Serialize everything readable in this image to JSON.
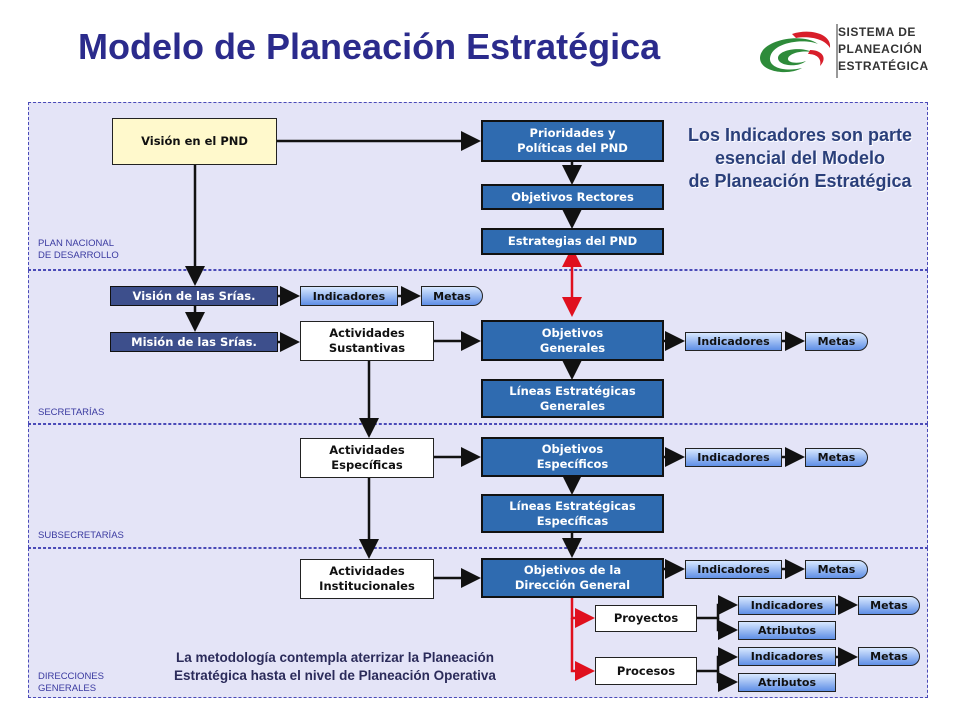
{
  "title": "Modelo de Planeación Estratégica",
  "logo": {
    "line1": "Sistema de",
    "line2": "Planeación",
    "line3": "Estratégica"
  },
  "bands": {
    "pnd": "PLAN NACIONAL\nDE DESARROLLO",
    "secretarias": "SECRETARÍAS",
    "subsecretarias": "SUBSECRETARÍAS",
    "direcciones": "DIRECCIONES\nGENERALES"
  },
  "nodes": {
    "vision_pnd": "Visión en el PND",
    "prioridades": "Prioridades y\nPolíticas del PND",
    "objetivos_rectores": "Objetivos Rectores",
    "estrategias_pnd": "Estrategias del PND",
    "vision_srias": "Visión de las Srías.",
    "mision_srias": "Misión de las Srías.",
    "act_sustantivas": "Actividades\nSustantivas",
    "obj_generales": "Objetivos\nGenerales",
    "lineas_generales": "Líneas Estratégicas\nGenerales",
    "act_especificas": "Actividades\nEspecíficas",
    "obj_especificos": "Objetivos\nEspecíficos",
    "lineas_especificas": "Líneas Estratégicas\nEspecíficas",
    "act_institucionales": "Actividades\nInstitucionales",
    "obj_direccion": "Objetivos de la\nDirección General",
    "proyectos": "Proyectos",
    "procesos": "Procesos"
  },
  "labels": {
    "indicadores": "Indicadores",
    "metas": "Metas",
    "atributos": "Atributos"
  },
  "notes": {
    "indicadores_esencial": "Los Indicadores son parte esencial del Modelo\nde Planeación Estratégica",
    "metodologia": "La metodología contempla aterrizar la Planeación\nEstratégica hasta el nivel de Planeación Operativa"
  },
  "colors": {
    "title": "#2b2b8c",
    "band": "#e4e4f7",
    "box_blue": "#2f6bb0",
    "arrow_red": "#e0101e",
    "logo_green": "#2e8b3a"
  }
}
